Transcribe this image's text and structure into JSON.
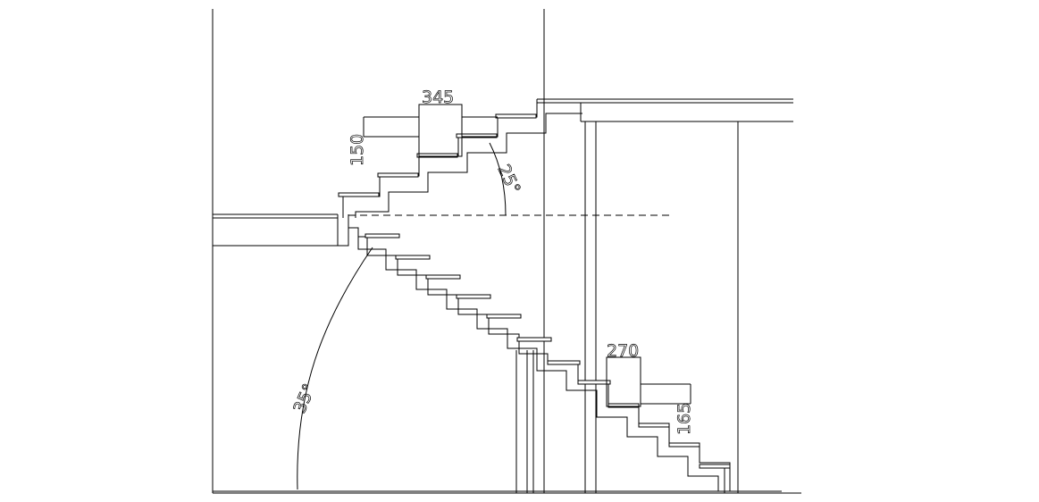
{
  "diagram": {
    "dimensions": {
      "upper_going": "345",
      "upper_rise": "150",
      "lower_going": "270",
      "lower_rise": "165"
    },
    "angles": {
      "upper_flight": "25°",
      "lower_flight": "35°"
    }
  }
}
